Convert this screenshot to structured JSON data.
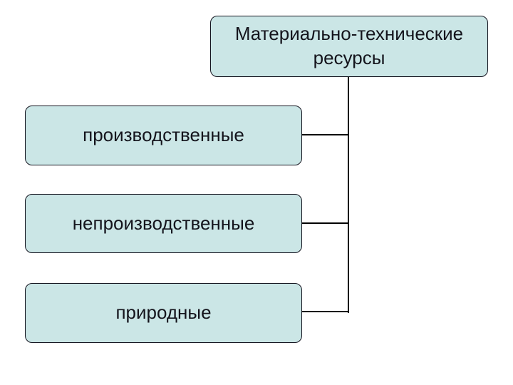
{
  "diagram": {
    "background": "#ffffff",
    "colors": {
      "box_fill": "#cbe6e6",
      "box_border": "#14141f",
      "connector": "#000000",
      "text": "#14141c"
    },
    "root": {
      "label": "Материально-технические ресурсы"
    },
    "children": [
      {
        "label": "производственные"
      },
      {
        "label": "непроизводственные"
      },
      {
        "label": "природные"
      }
    ]
  }
}
